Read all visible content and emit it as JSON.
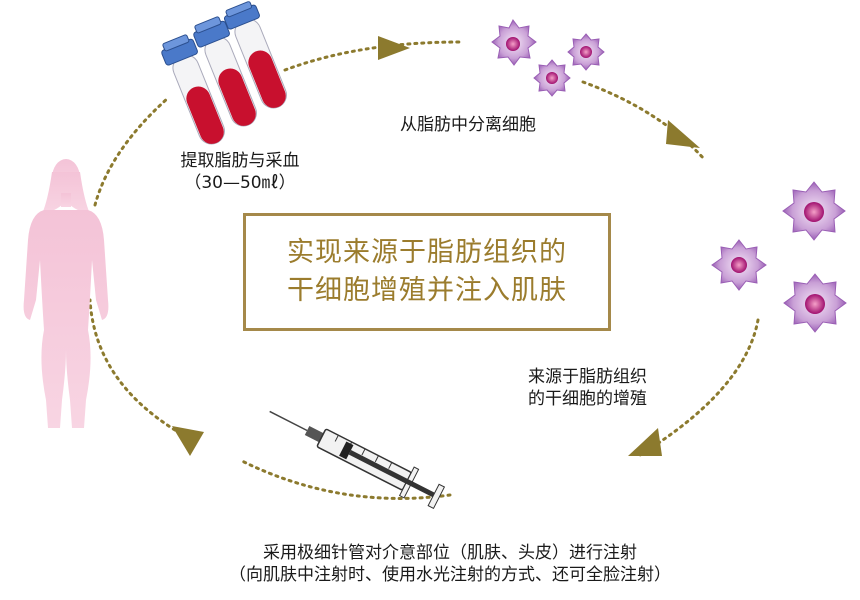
{
  "center": {
    "line1": "实现来源于脂肪组织的",
    "line2": "干细胞增殖并注入肌肤"
  },
  "steps": {
    "extract": {
      "line1": "提取脂肪与采血",
      "line2": "（30—50㎖）"
    },
    "isolate": {
      "line1": "从脂肪中分离细胞"
    },
    "proliferate": {
      "line1": "来源于脂肪组织",
      "line2": "的干细胞的增殖"
    },
    "inject": {
      "line1": "采用极细针管对介意部位（肌肤、头皮）进行注射",
      "line2": "（向肌肤中注射时、使用水光注射的方式、还可全脸注射）"
    }
  },
  "colors": {
    "cycle_line": "#8c7a2e",
    "arrow": "#8c7a2e",
    "center_border": "#a5894a",
    "center_text": "#9b7c2d",
    "body_silhouette": "#f2b6cf",
    "blood": "#c8102e",
    "tube_cap": "#4a79c9",
    "cell": "#9a5fb5",
    "cell_nucleus": "#c0178a"
  },
  "icons": [
    "woman-silhouette-icon",
    "blood-tubes-icon",
    "fat-cell-icon",
    "syringe-icon",
    "direction-arrow-icon"
  ]
}
